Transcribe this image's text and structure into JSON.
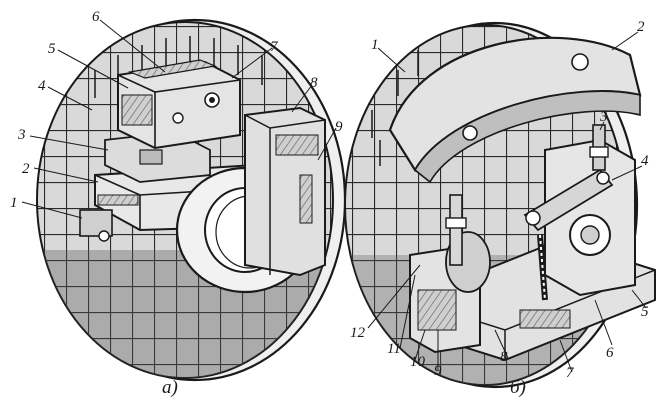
{
  "figure": {
    "left": {
      "caption": "а)",
      "labels": [
        "1",
        "2",
        "3",
        "4",
        "5",
        "6",
        "7",
        "8",
        "9"
      ]
    },
    "right": {
      "caption": "б)",
      "labels": [
        "1",
        "2",
        "3",
        "4",
        "5",
        "6",
        "7",
        "8",
        "9",
        "10",
        "11",
        "12"
      ]
    }
  },
  "colors": {
    "ink": "#1a1a1a",
    "paper": "#ffffff",
    "shade": "#9a9a9a",
    "dark": "#2b2b2b"
  }
}
